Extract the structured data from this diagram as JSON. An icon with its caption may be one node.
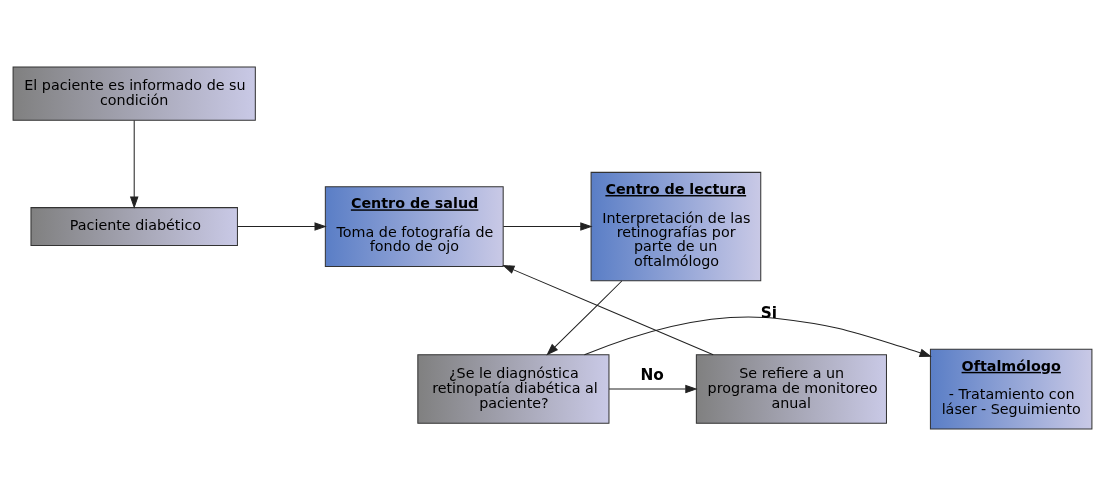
{
  "diagram": {
    "nodes": [
      {
        "text": [
          "El paciente es informado de su condición"
        ]
      },
      {
        "text": [
          "Paciente diabético"
        ]
      },
      {
        "text": [
          "Centro de salud",
          "Toma de fotografía de fondo de ojo"
        ]
      },
      {
        "text": [
          "Centro de lectura",
          "Interpretación de las retinografías por parte de un oftalmólogo"
        ]
      },
      {
        "text": [
          "¿Se le diagnóstica retinopatía diabética al paciente?"
        ]
      },
      {
        "text": [
          "Se refiere a un programa de monitoreo anual"
        ]
      },
      {
        "text": [
          "Oftalmólogo",
          "- Tratamiento con láser - Seguimiento"
        ]
      }
    ],
    "edges": [
      {
        "from": 0,
        "to": 1,
        "arrow": "to"
      },
      {
        "from": 1,
        "to": 2,
        "arrow": "to"
      },
      {
        "from": 2,
        "to": 3,
        "arrow": "to"
      },
      {
        "from": 3,
        "to": 4,
        "arrow": "to"
      },
      {
        "from": 4,
        "to": 5,
        "arrow": "to",
        "label": "No"
      },
      {
        "from": 4,
        "to": 6,
        "arrow": "to",
        "label": "Si"
      },
      {
        "from": 5,
        "to": 2,
        "arrow": "to"
      }
    ]
  }
}
